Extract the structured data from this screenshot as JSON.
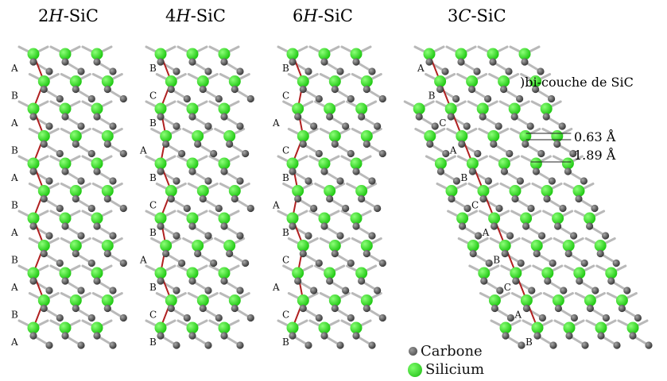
{
  "titles": [
    {
      "prefix": "2",
      "italic": "H",
      "suffix": "-SiC"
    },
    {
      "prefix": "4",
      "italic": "H",
      "suffix": "-SiC"
    },
    {
      "prefix": "6",
      "italic": "H",
      "suffix": "-SiC"
    },
    {
      "prefix": "3",
      "italic": "C",
      "suffix": "-SiC"
    }
  ],
  "stacking": {
    "2H": [
      "A",
      "B",
      "A",
      "B",
      "A",
      "B",
      "A",
      "B",
      "A",
      "B",
      "A"
    ],
    "4H": [
      "B",
      "C",
      "B",
      "A",
      "B",
      "C",
      "B",
      "A",
      "B",
      "C",
      "B"
    ],
    "6H": [
      "B",
      "C",
      "A",
      "C",
      "B",
      "A",
      "B",
      "C",
      "A",
      "C",
      "B"
    ],
    "3C": [
      "A",
      "B",
      "C",
      "A",
      "B",
      "C",
      "A",
      "B",
      "C",
      "A",
      "B"
    ]
  },
  "annotations": {
    "bilayer": ")bi-couche de SiC",
    "spacing_small": "0.63 Å",
    "spacing_large": "1.89 Å"
  },
  "legend": {
    "carbon": "Carbone",
    "silicon": "Silicium"
  },
  "colors": {
    "silicon": "#22c915",
    "carbon": "#555555",
    "bond": "#b9b9b9",
    "stacking_line": "#b02020"
  }
}
